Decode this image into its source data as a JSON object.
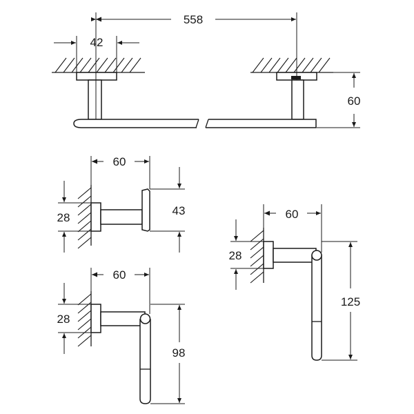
{
  "dimensions": {
    "towel_bar_length": "558",
    "towel_bar_base": "42",
    "towel_bar_projection": "60",
    "hook_projection": "60",
    "hook_base": "28",
    "hook_height": "43",
    "small_ring_projection": "60",
    "small_ring_base": "28",
    "small_ring_height": "98",
    "large_ring_projection": "60",
    "large_ring_base": "28",
    "large_ring_height": "125"
  }
}
